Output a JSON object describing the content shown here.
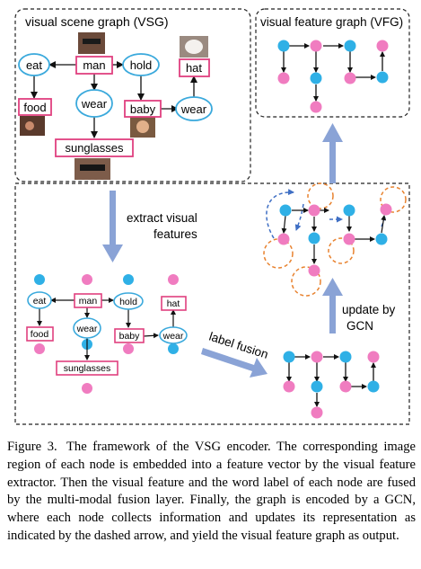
{
  "panels": {
    "vsg_title": "visual scene graph (VSG)",
    "vfg_title": "visual feature graph (VFG)"
  },
  "vsg": {
    "nodes": {
      "eat": "eat",
      "man": "man",
      "hold": "hold",
      "hat": "hat",
      "food": "food",
      "wear1": "wear",
      "baby": "baby",
      "wear2": "wear",
      "sunglasses": "sunglasses"
    }
  },
  "steps": {
    "extract_line1": "extract visual",
    "extract_line2": "features",
    "label_fusion": "label fusion",
    "update_line1": "update by",
    "update_line2": "GCN"
  },
  "caption": {
    "label": "Figure 3.",
    "text": "The framework of the VSG encoder. The corresponding image region of each node is embedded into a feature vector by the visual feature extractor. Then the visual feature and the word label of each node are fused by the multi-modal fusion layer. Finally, the graph is encoded by a GCN, where each node collects information and updates its representation as indicated by the dashed arrow, and yield the visual feature graph as output."
  },
  "colors": {
    "node_blue": "#2fb0e6",
    "node_pink": "#f07cc0",
    "entity_border": "#e0407f",
    "relation_border": "#3aa9dc",
    "flow_arrow": "#8aa3d6",
    "dashed_orange": "#e8822f",
    "dashed_blue": "#3f6fc4"
  }
}
